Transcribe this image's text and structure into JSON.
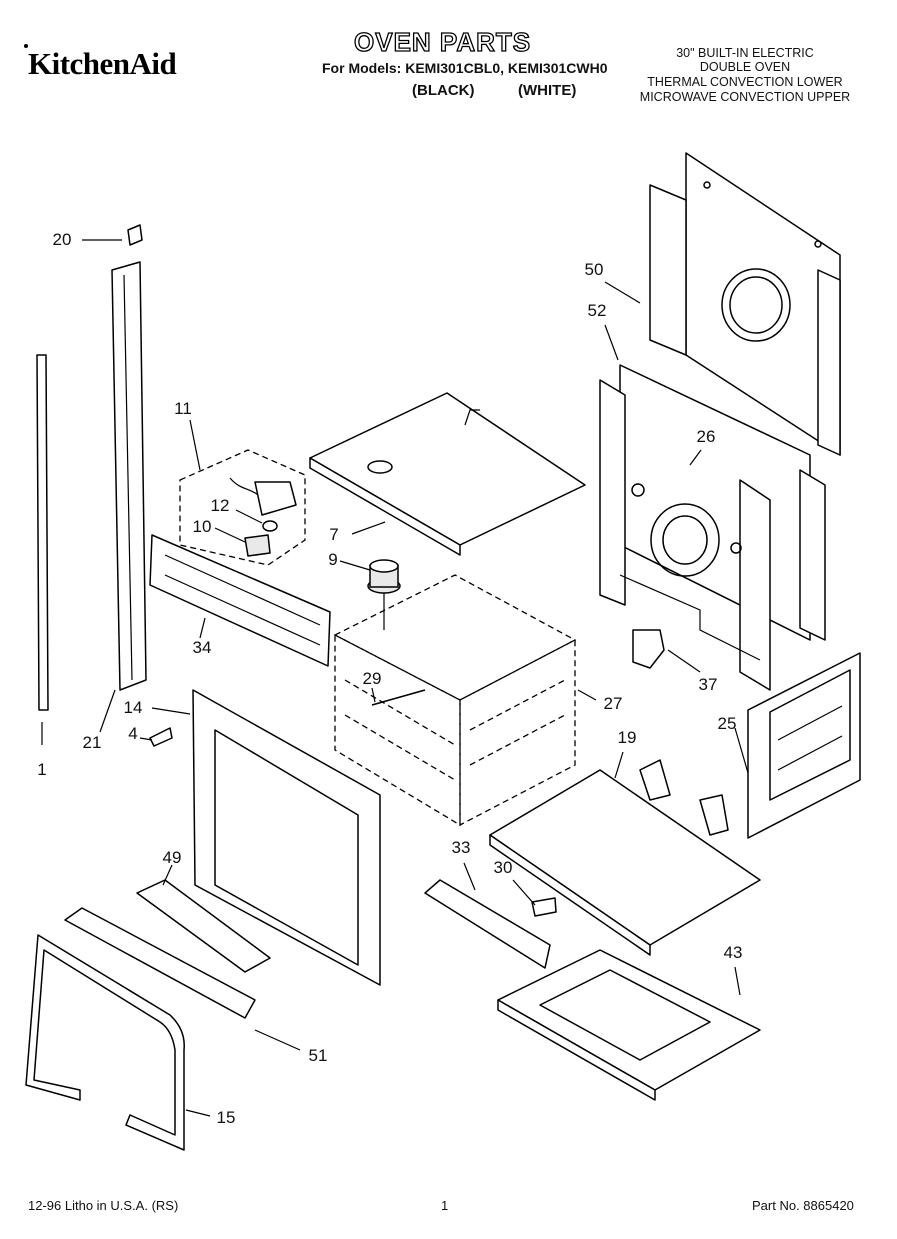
{
  "header": {
    "brand": "KitchenAid",
    "title": "OVEN PARTS",
    "models_line": "For Models: KEMI301CBL0, KEMI301CWH0",
    "black_label": "(BLACK)",
    "white_label": "(WHITE)",
    "description": [
      "30\" BUILT-IN ELECTRIC",
      "DOUBLE OVEN",
      "THERMAL CONVECTION LOWER",
      "MICROWAVE CONVECTION UPPER"
    ]
  },
  "callouts": {
    "p1": "1",
    "p4": "4",
    "p7": "7",
    "p9": "9",
    "p10": "10",
    "p11": "11",
    "p12": "12",
    "p14": "14",
    "p15": "15",
    "p19": "19",
    "p20": "20",
    "p21": "21",
    "p25": "25",
    "p26": "26",
    "p27": "27",
    "p29": "29",
    "p30": "30",
    "p33": "33",
    "p34": "34",
    "p37": "37",
    "p43": "43",
    "p49": "49",
    "p50": "50",
    "p51": "51",
    "p52": "52"
  },
  "footer": {
    "left": "12-96 Litho in U.S.A. (RS)",
    "page": "1",
    "part_no": "Part No. 8865420"
  }
}
